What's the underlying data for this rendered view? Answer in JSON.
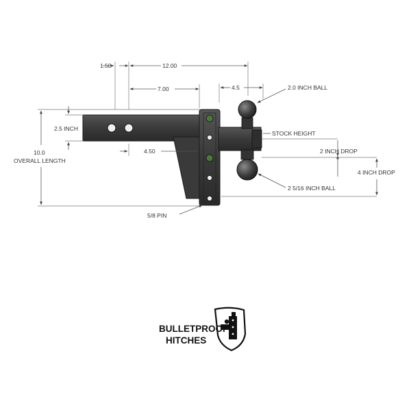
{
  "dimensions": {
    "d150": "1.50",
    "d1200": "12.00",
    "d700": "7.00",
    "d45": "4.5",
    "d25": "2.5 INCH",
    "d450": "4.50",
    "overall_value": "10.0",
    "overall_label": "OVERALL LENGTH",
    "pin": "5/8 PIN"
  },
  "callouts": {
    "ball_20": "2.0 INCH BALL",
    "ball_2516": "2  5/16 INCH BALL",
    "stock_height": "STOCK HEIGHT",
    "drop_2": "2 INCH DROP",
    "drop_4": "4 INCH DROP"
  },
  "logo": {
    "line1": "BULLETPROOF",
    "line2": "HITCHES"
  },
  "colors": {
    "metal": "#3d3d3d",
    "metal_dark": "#262626",
    "accent_green": "#4a7a3a",
    "dimension_line": "#555555"
  }
}
